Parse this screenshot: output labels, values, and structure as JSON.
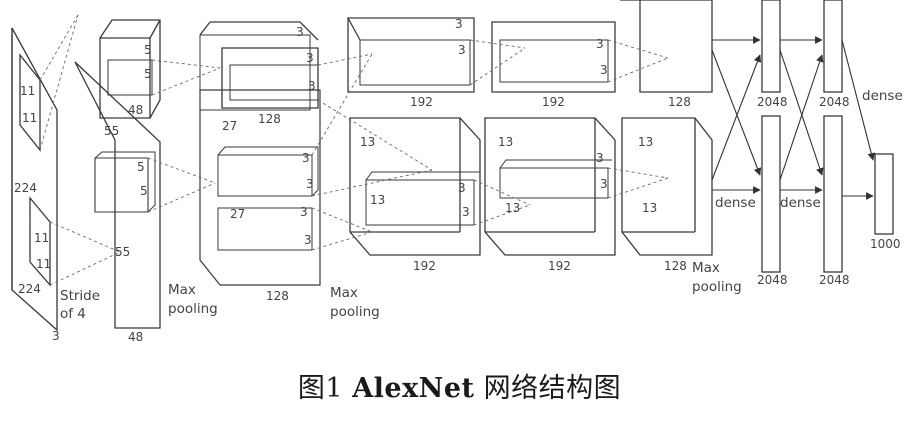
{
  "caption": {
    "prefix": "图1",
    "model": "AlexNet",
    "suffix": "网络结构图"
  },
  "diagram": {
    "input": {
      "width": "224",
      "height": "224",
      "depth": "3",
      "kernel_h": "11",
      "kernel_w": "11"
    },
    "stride": {
      "line1": "Stride",
      "line2": "of 4"
    },
    "conv1": {
      "size": "55",
      "size2": "55",
      "depth": "48",
      "kernel": "5",
      "kernel2": "5",
      "kernel_b": "5",
      "kernel_b2": "5"
    },
    "conv2": {
      "size": "27",
      "size_b": "27",
      "depth": "128",
      "depth_b": "128",
      "kernel": "3",
      "kernel2": "3",
      "kernel3": "3",
      "kernel_b": "3",
      "kernel_b2": "3",
      "kernel_b3": "3",
      "kernel_b4": "3"
    },
    "pool1": {
      "line1": "Max",
      "line2": "pooling"
    },
    "pool2": {
      "line1": "Max",
      "line2": "pooling"
    },
    "conv3": {
      "size": "13",
      "size2": "13",
      "depth": "192",
      "depth_b": "192",
      "kernel": "3",
      "kernel2": "3",
      "kernel_b": "3",
      "kernel_b2": "3"
    },
    "conv4": {
      "size": "13",
      "size2": "13",
      "depth": "192",
      "depth_b": "192",
      "kernel": "3",
      "kernel2": "3",
      "kernel_b": "3",
      "kernel_b2": "3"
    },
    "conv5": {
      "size": "13",
      "size2": "13",
      "depth": "128",
      "depth_b": "128"
    },
    "pool3": {
      "line1": "Max",
      "line2": "pooling"
    },
    "fc": {
      "dense1": "dense",
      "dense2": "dense",
      "dense3": "dense",
      "units1": "2048",
      "units1b": "2048",
      "units2": "2048",
      "units2b": "2048",
      "output": "1000"
    }
  }
}
